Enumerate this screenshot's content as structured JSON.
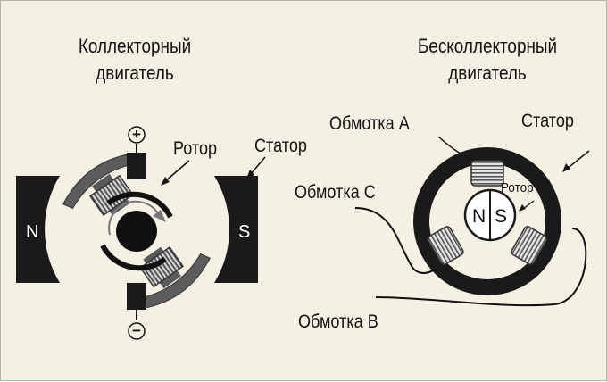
{
  "left": {
    "title_line1": "Коллекторный",
    "title_line2": "двигатель",
    "rotor_label": "Ротор",
    "stator_label": "Статор",
    "pole_left": "N",
    "pole_right": "S",
    "terminal_plus": "+",
    "terminal_minus": "−"
  },
  "right": {
    "title_line1": "Бесколлекторный",
    "title_line2": "двигатель",
    "winding_a_label": "Обмотка A",
    "winding_b_label": "Обмотка B",
    "winding_c_label": "Обмотка C",
    "stator_label": "Статор",
    "rotor_label": "Ротор",
    "rotor_pole_n": "N",
    "rotor_pole_s": "S"
  }
}
